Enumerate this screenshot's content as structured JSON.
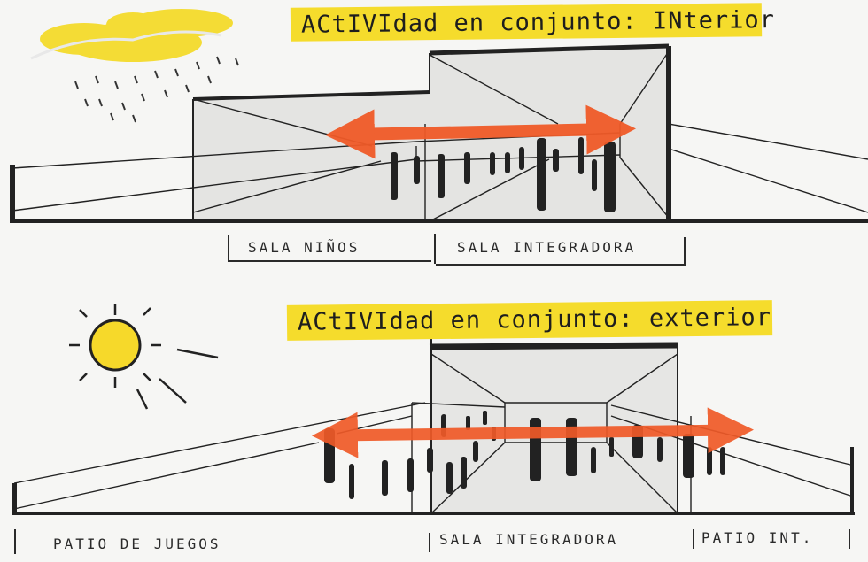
{
  "top_panel": {
    "title": "ACtIVIdad en conjunto: INterior",
    "labels": [
      "SALA NIÑOS",
      "SALA INTEGRADORA"
    ]
  },
  "bottom_panel": {
    "title": "ACtIVIdad en conjunto: exterior",
    "labels": [
      "PATIO DE JUEGOS",
      "SALA INTEGRADORA",
      "PATIO INT."
    ]
  },
  "colors": {
    "highlight": "#f5dc2c",
    "arrow": "#f05a28",
    "ink": "#1f1f1f",
    "sun": "#f6d92a",
    "cloud": "#f4dc35"
  },
  "icons": [
    "rain-cloud-icon",
    "sun-icon",
    "people-figures"
  ]
}
